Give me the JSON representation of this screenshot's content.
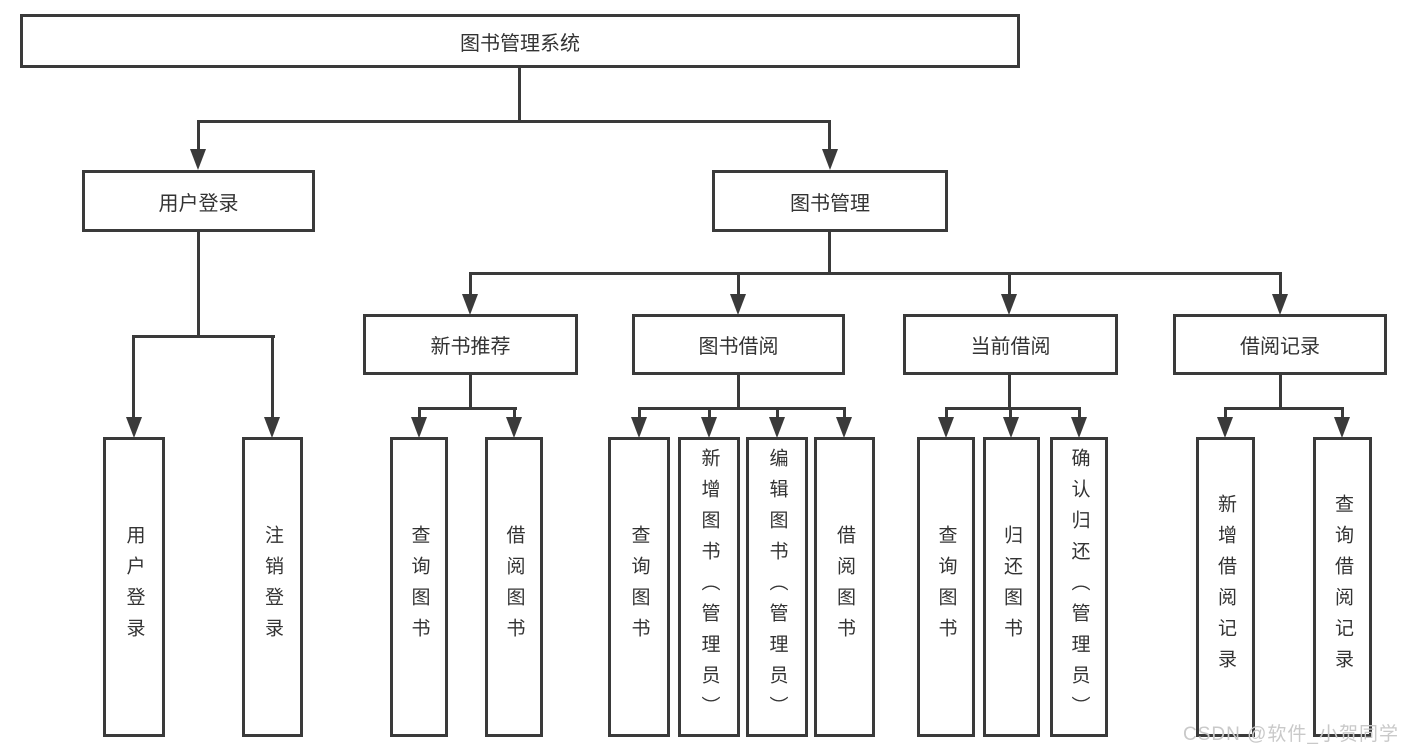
{
  "diagram": {
    "root": {
      "label": "图书管理系统"
    },
    "level2": [
      {
        "label": "用户登录"
      },
      {
        "label": "图书管理"
      }
    ],
    "level3": [
      {
        "label": "新书推荐"
      },
      {
        "label": "图书借阅"
      },
      {
        "label": "当前借阅"
      },
      {
        "label": "借阅记录"
      }
    ],
    "leaves": {
      "user_login": [
        "用户登录",
        "注销登录"
      ],
      "new_books": [
        "查询图书",
        "借阅图书"
      ],
      "book_borrow": [
        "查询图书",
        "新增图书（管理员）",
        "编辑图书（管理员）",
        "借阅图书"
      ],
      "current_borrow": [
        "查询图书",
        "归还图书",
        "确认归还（管理员）"
      ],
      "borrow_records": [
        "新增借阅记录",
        "查询借阅记录"
      ]
    },
    "watermark": "CSDN @软件_小贺同学",
    "colors": {
      "line": "#3a3a3a",
      "text": "#333333",
      "watermark": "#c9c9c9",
      "background": "#ffffff"
    }
  }
}
